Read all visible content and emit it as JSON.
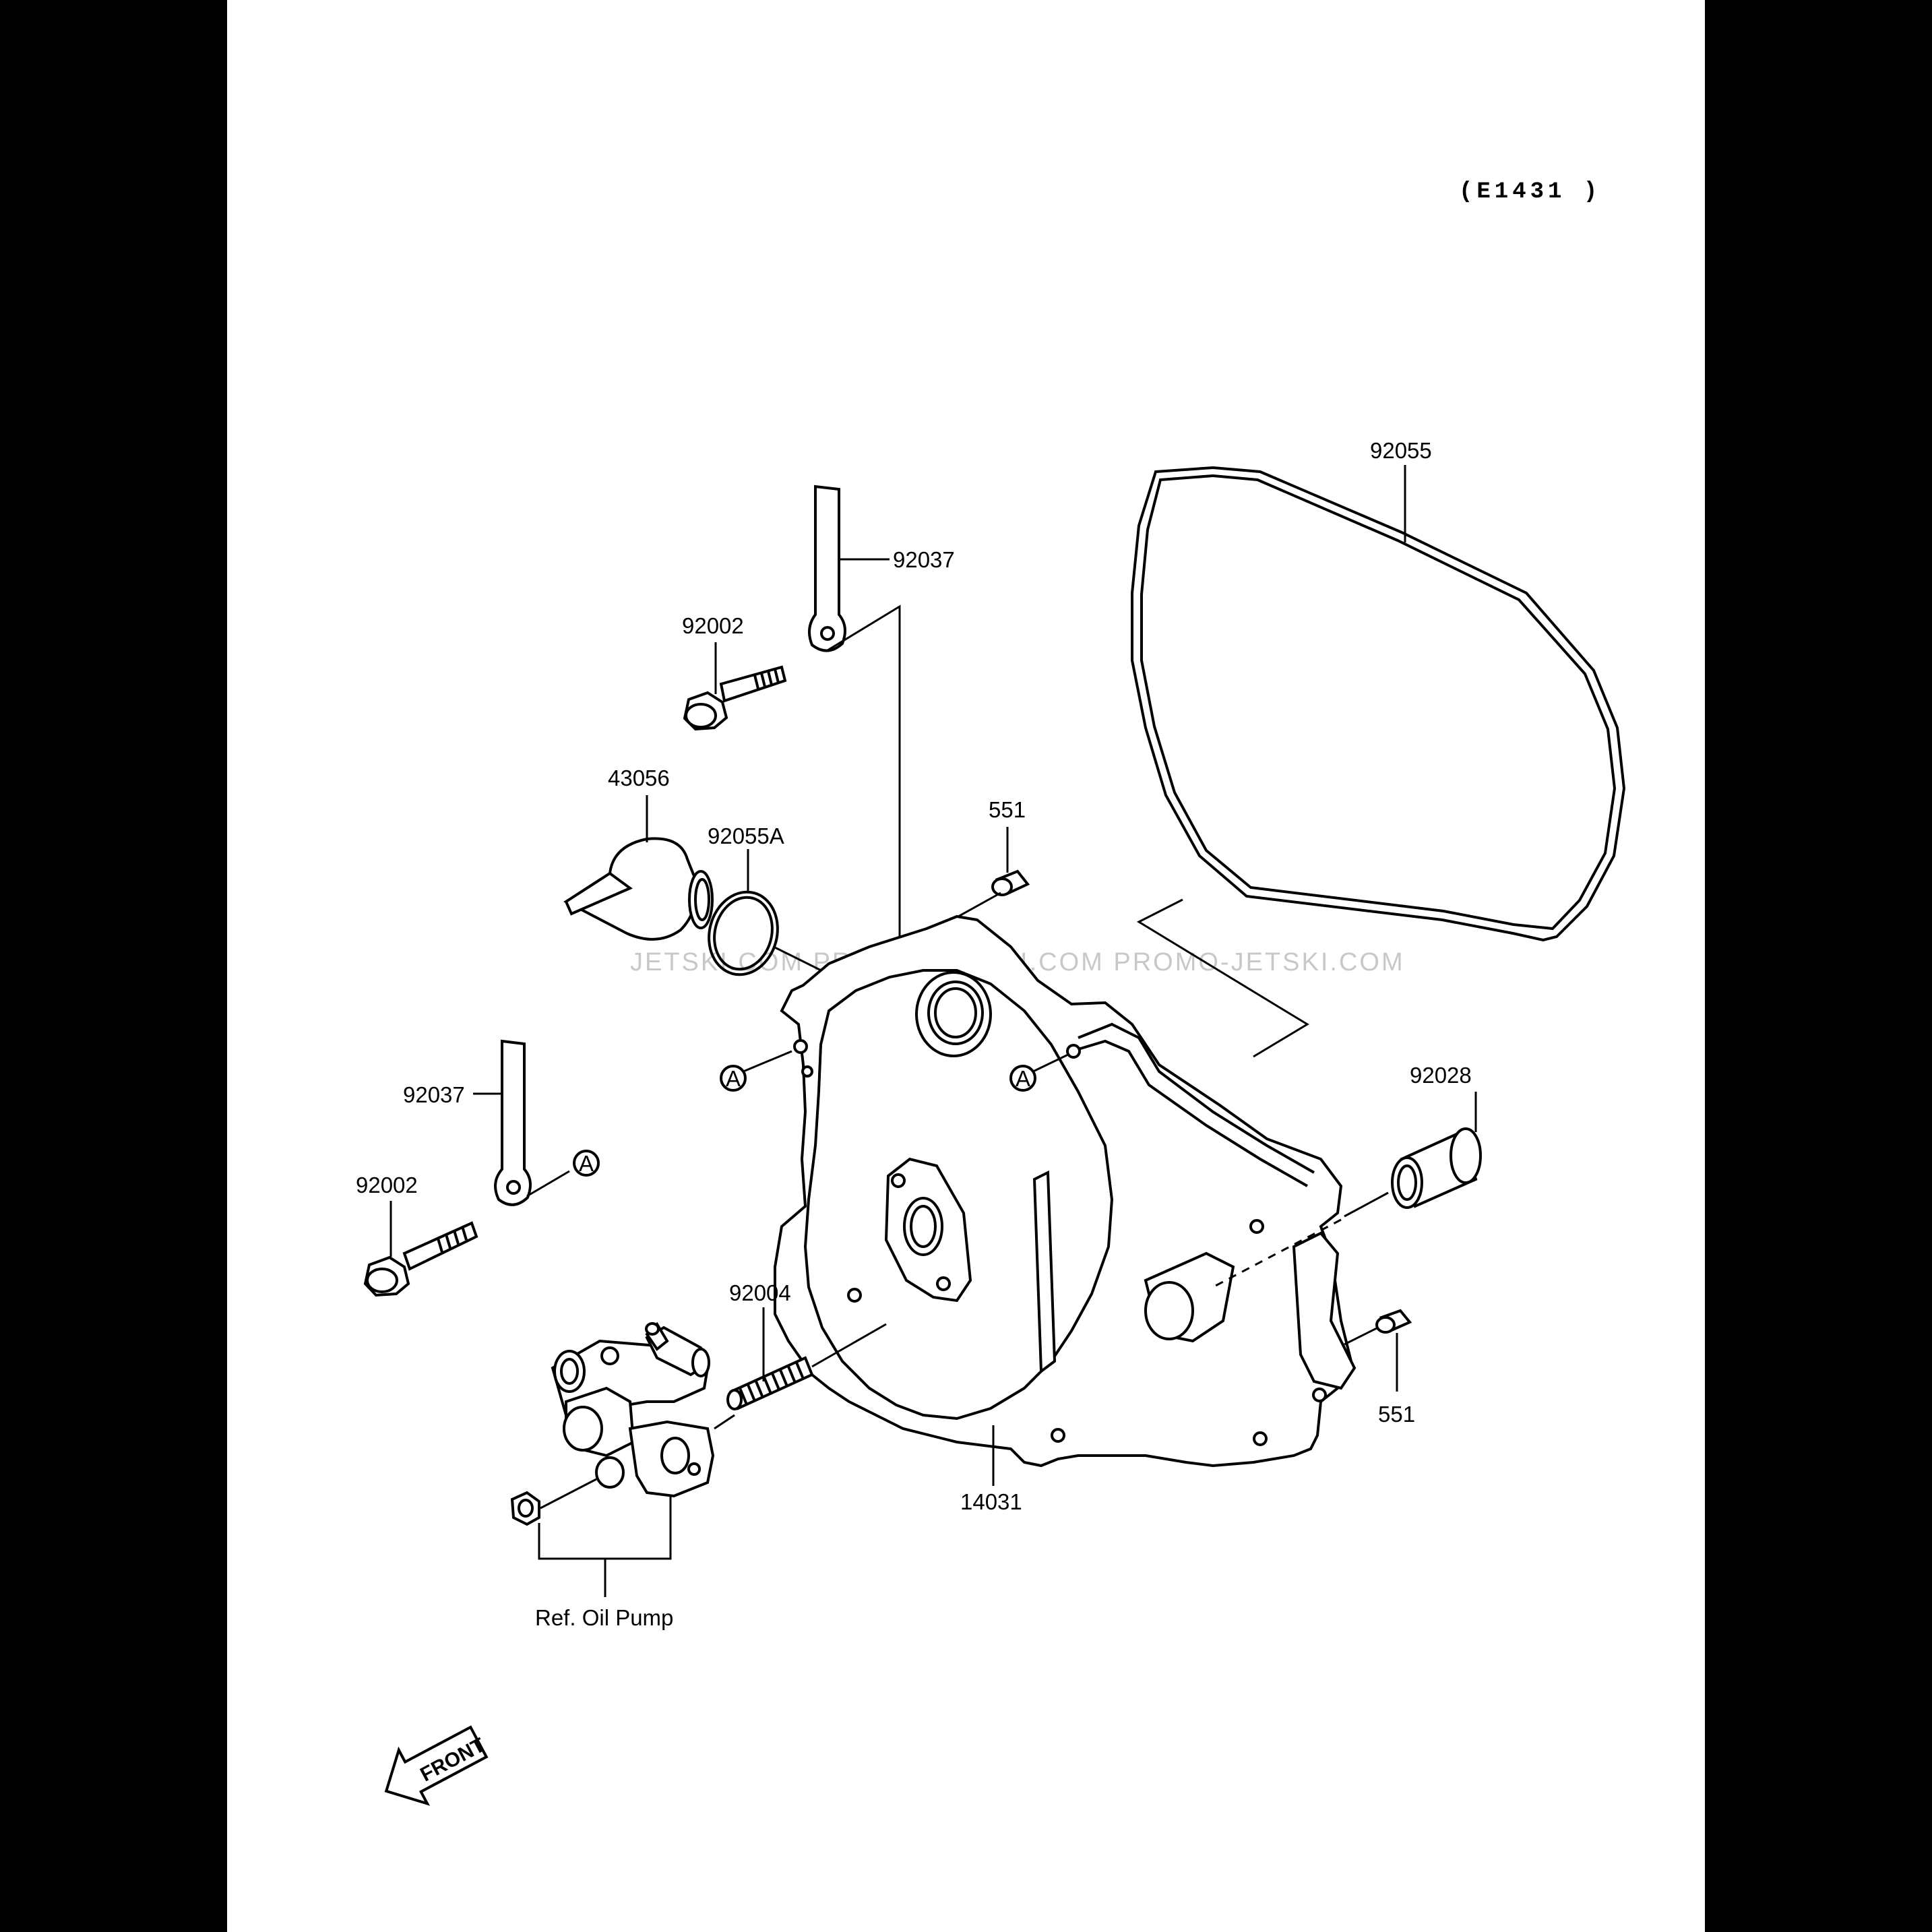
{
  "diagram_code": "(E1431 )",
  "watermark": "JETSKI.COM   PROMO-JETSKI.COM   PROMO-JETSKI.COM",
  "callouts": [
    {
      "id": "l-92055",
      "text": "92055"
    },
    {
      "id": "l-92037-top",
      "text": "92037"
    },
    {
      "id": "l-92002-top",
      "text": "92002"
    },
    {
      "id": "l-43056",
      "text": "43056"
    },
    {
      "id": "l-92055A",
      "text": "92055A"
    },
    {
      "id": "l-551-top",
      "text": "551"
    },
    {
      "id": "l-92037-left",
      "text": "92037"
    },
    {
      "id": "l-92002-left",
      "text": "92002"
    },
    {
      "id": "l-92028",
      "text": "92028"
    },
    {
      "id": "l-92004",
      "text": "92004"
    },
    {
      "id": "l-551-right",
      "text": "551"
    },
    {
      "id": "l-14031",
      "text": "14031"
    },
    {
      "id": "l-ref-oil-pump",
      "text": "Ref. Oil Pump"
    }
  ],
  "reference_marks": [
    "A",
    "A",
    "A"
  ],
  "front_arrow_label": "FRONT"
}
